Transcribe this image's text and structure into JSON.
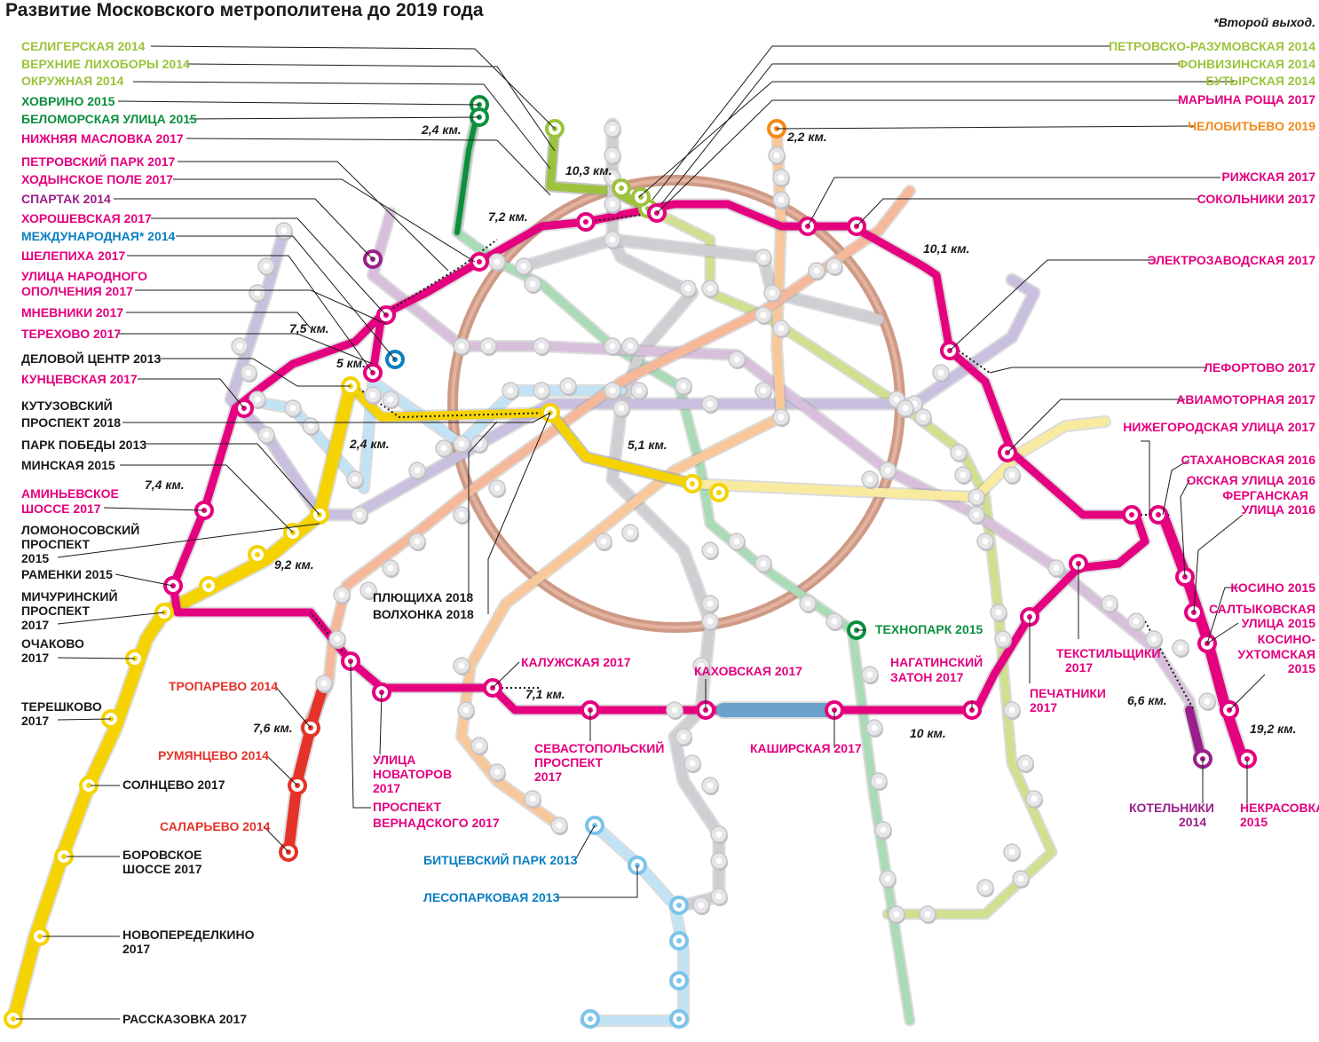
{
  "title": "Развитие Московского метрополитена до 2019 года",
  "note": "*Второй выход.",
  "colors": {
    "green": "#0b8f3e",
    "lime": "#9cc33b",
    "magenta": "#e4007f",
    "blue": "#0a7fc1",
    "orange": "#f28a1a",
    "red": "#e5332a",
    "black": "#1a1a1a",
    "purple": "#9b1f8a",
    "yellow": "#f5d300",
    "ring": "#c98f78",
    "grey": "#c8c8cc"
  },
  "labels": [
    {
      "id": "seligerskaya",
      "text": "СЕЛИГЕРСКАЯ 2014",
      "color": "lime"
    },
    {
      "id": "verkhnie",
      "text": "ВЕРХНИЕ ЛИХОБОРЫ 2014",
      "color": "lime"
    },
    {
      "id": "okruzhnaya",
      "text": "ОКРУЖНАЯ 2014",
      "color": "lime"
    },
    {
      "id": "khovrino",
      "text": "ХОВРИНО 2015",
      "color": "green"
    },
    {
      "id": "belomorskaya",
      "text": "БЕЛОМОРСКАЯ УЛИЦА 2015",
      "color": "green"
    },
    {
      "id": "maslovka",
      "text": "НИЖНЯЯ МАСЛОВКА 2017",
      "color": "magenta"
    },
    {
      "id": "petrpark",
      "text": "ПЕТРОВСКИЙ  ПАРК 2017",
      "color": "magenta"
    },
    {
      "id": "khodynskoe",
      "text": "ХОДЫНСКОЕ ПОЛЕ 2017",
      "color": "magenta"
    },
    {
      "id": "spartak",
      "text": "СПАРТАК 2014",
      "color": "purple"
    },
    {
      "id": "khoroshevskaya",
      "text": "ХОРОШЕВСКАЯ 2017",
      "color": "magenta"
    },
    {
      "id": "mezhdunarodnaya",
      "text": "МЕЖДУНАРОДНАЯ* 2014",
      "color": "blue"
    },
    {
      "id": "shelepikha",
      "text": "ШЕЛЕПИХА 2017",
      "color": "magenta"
    },
    {
      "id": "opolchenie1",
      "text": "УЛИЦА НАРОДНОГО",
      "color": "magenta"
    },
    {
      "id": "opolchenie2",
      "text": "ОПОЛЧЕНИЯ 2017",
      "color": "magenta"
    },
    {
      "id": "mnevniki",
      "text": "МНЕВНИКИ 2017",
      "color": "magenta"
    },
    {
      "id": "terekhovo",
      "text": "ТЕРЕХОВО 2017",
      "color": "magenta"
    },
    {
      "id": "delovoy",
      "text": "ДЕЛОВОЙ ЦЕНТР 2013",
      "color": "black"
    },
    {
      "id": "kuntsevskaya",
      "text": "КУНЦЕВСКАЯ 2017",
      "color": "magenta"
    },
    {
      "id": "kutuz1",
      "text": "КУТУЗОВСКИЙ",
      "color": "black"
    },
    {
      "id": "kutuz2",
      "text": "ПРОСПЕКТ 2018",
      "color": "black"
    },
    {
      "id": "parkpobedy",
      "text": "ПАРК ПОБЕДЫ 2013",
      "color": "black"
    },
    {
      "id": "minskaya",
      "text": "МИНСКАЯ 2015",
      "color": "black"
    },
    {
      "id": "aminev1",
      "text": "АМИНЬЕВСКОЕ",
      "color": "magenta"
    },
    {
      "id": "aminev2",
      "text": "ШОССЕ 2017",
      "color": "magenta"
    },
    {
      "id": "lomon1",
      "text": "ЛОМОНОСОВСКИЙ",
      "color": "black"
    },
    {
      "id": "lomon2",
      "text": "ПРОСПЕКТ",
      "color": "black"
    },
    {
      "id": "lomon3",
      "text": "2015",
      "color": "black"
    },
    {
      "id": "ramenki",
      "text": "РАМЕНКИ 2015",
      "color": "black"
    },
    {
      "id": "michur1",
      "text": "МИЧУРИНСКИЙ",
      "color": "black"
    },
    {
      "id": "michur2",
      "text": "ПРОСПЕКТ",
      "color": "black"
    },
    {
      "id": "michur3",
      "text": "2017",
      "color": "black"
    },
    {
      "id": "ochakovo1",
      "text": "ОЧАКОВО",
      "color": "black"
    },
    {
      "id": "ochakovo2",
      "text": "2017",
      "color": "black"
    },
    {
      "id": "tereshkovo1",
      "text": "ТЕРЕШКОВО",
      "color": "black"
    },
    {
      "id": "tereshkovo2",
      "text": "2017",
      "color": "black"
    },
    {
      "id": "solntsevo",
      "text": "СОЛНЦЕВО 2017",
      "color": "black"
    },
    {
      "id": "borov1",
      "text": "БОРОВСКОЕ",
      "color": "black"
    },
    {
      "id": "borov2",
      "text": "ШОССЕ 2017",
      "color": "black"
    },
    {
      "id": "novoper1",
      "text": "НОВОПЕРЕДЕЛКИНО",
      "color": "black"
    },
    {
      "id": "novoper2",
      "text": "2017",
      "color": "black"
    },
    {
      "id": "rasskazovka",
      "text": "РАССКАЗОВКА 2017",
      "color": "black"
    },
    {
      "id": "troparevo",
      "text": "ТРОПАРЕВО 2014",
      "color": "red"
    },
    {
      "id": "rumyantsevo",
      "text": "РУМЯНЦЕВО 2014",
      "color": "red"
    },
    {
      "id": "salaryevo",
      "text": "САЛАРЬЕВО 2014",
      "color": "red"
    },
    {
      "id": "novatorov1",
      "text": "УЛИЦА",
      "color": "magenta"
    },
    {
      "id": "novatorov2",
      "text": "НОВАТОРОВ",
      "color": "magenta"
    },
    {
      "id": "novatorov3",
      "text": "2017",
      "color": "magenta"
    },
    {
      "id": "vernad1",
      "text": "ПРОСПЕКТ",
      "color": "magenta"
    },
    {
      "id": "vernad2",
      "text": "ВЕРНАДСКОГО 2017",
      "color": "magenta"
    },
    {
      "id": "plyushchikha",
      "text": "ПЛЮЩИХА 2018",
      "color": "black"
    },
    {
      "id": "volkhonka",
      "text": "ВОЛХОНКА 2018",
      "color": "black"
    },
    {
      "id": "kaluzhskaya",
      "text": "КАЛУЖСКАЯ 2017",
      "color": "magenta"
    },
    {
      "id": "sevast1",
      "text": "СЕВАСТОПОЛЬСКИЙ",
      "color": "magenta"
    },
    {
      "id": "sevast2",
      "text": "ПРОСПЕКТ",
      "color": "magenta"
    },
    {
      "id": "sevast3",
      "text": "2017",
      "color": "magenta"
    },
    {
      "id": "bitsevsky",
      "text": "БИТЦЕВСКИЙ ПАРК 2013",
      "color": "blue"
    },
    {
      "id": "lesoparkovaya",
      "text": "ЛЕСОПАРКОВАЯ 2013",
      "color": "blue"
    },
    {
      "id": "kakhovskaya",
      "text": "КАХОВСКАЯ 2017",
      "color": "magenta"
    },
    {
      "id": "kashirskaya",
      "text": "КАШИРСКАЯ 2017",
      "color": "magenta"
    },
    {
      "id": "tekhnopark",
      "text": "ТЕХНОПАРК 2015",
      "color": "green"
    },
    {
      "id": "nagat1",
      "text": "НАГАТИНСКИЙ",
      "color": "magenta"
    },
    {
      "id": "nagat2",
      "text": "ЗАТОН 2017",
      "color": "magenta"
    },
    {
      "id": "pechat1",
      "text": "ПЕЧАТНИКИ",
      "color": "magenta"
    },
    {
      "id": "pechat2",
      "text": "2017",
      "color": "magenta"
    },
    {
      "id": "tekst1",
      "text": "ТЕКСТИЛЬЩИКИ",
      "color": "magenta"
    },
    {
      "id": "tekst2",
      "text": "2017",
      "color": "magenta"
    },
    {
      "id": "kotel1",
      "text": "КОТЕЛЬНИКИ",
      "color": "purple"
    },
    {
      "id": "kotel2",
      "text": "2014",
      "color": "purple"
    },
    {
      "id": "nekras1",
      "text": "НЕКРАСОВКА",
      "color": "magenta"
    },
    {
      "id": "nekras2",
      "text": "2015",
      "color": "magenta"
    },
    {
      "id": "petrraz",
      "text": "ПЕТРОВСКО-РАЗУМОВСКАЯ 2014",
      "color": "lime"
    },
    {
      "id": "fonviz",
      "text": "ФОНВИЗИНСКАЯ 2014",
      "color": "lime"
    },
    {
      "id": "butyrskaya",
      "text": "БУТЫРСКАЯ 2014",
      "color": "lime"
    },
    {
      "id": "marina",
      "text": "МАРЬИНА РОЩА 2017",
      "color": "magenta"
    },
    {
      "id": "chelob",
      "text": "ЧЕЛОБИТЬЕВО 2019",
      "color": "orange"
    },
    {
      "id": "rizhskaya",
      "text": "РИЖСКАЯ 2017",
      "color": "magenta"
    },
    {
      "id": "sokolniki",
      "text": "СОКОЛЬНИКИ 2017",
      "color": "magenta"
    },
    {
      "id": "elektroz",
      "text": "ЭЛЕКТРОЗАВОДСКАЯ 2017",
      "color": "magenta"
    },
    {
      "id": "lefortovo",
      "text": "ЛЕФОРТОВО 2017",
      "color": "magenta"
    },
    {
      "id": "aviamotor",
      "text": "АВИАМОТОРНАЯ 2017",
      "color": "magenta"
    },
    {
      "id": "nizhegor",
      "text": "НИЖЕГОРОДСКАЯ УЛИЦА 2017",
      "color": "magenta"
    },
    {
      "id": "stakhan",
      "text": "СТАХАНОВСКАЯ 2016",
      "color": "magenta"
    },
    {
      "id": "okskaya",
      "text": "ОКСКАЯ УЛИЦА 2016",
      "color": "magenta"
    },
    {
      "id": "fergan1",
      "text": "ФЕРГАНСКАЯ",
      "color": "magenta"
    },
    {
      "id": "fergan2",
      "text": "УЛИЦА 2016",
      "color": "magenta"
    },
    {
      "id": "kosino",
      "text": "КОСИНО 2015",
      "color": "magenta"
    },
    {
      "id": "saltyk1",
      "text": "САЛТЫКОВСКАЯ",
      "color": "magenta"
    },
    {
      "id": "saltyk2",
      "text": "УЛИЦА 2015",
      "color": "magenta"
    },
    {
      "id": "kosukh1",
      "text": "КОСИНО-",
      "color": "magenta"
    },
    {
      "id": "kosukh2",
      "text": "УХТОМСКАЯ",
      "color": "magenta"
    },
    {
      "id": "kosukh3",
      "text": "2015",
      "color": "magenta"
    }
  ],
  "distances": [
    {
      "id": "d24a",
      "text": "2,4 км."
    },
    {
      "id": "d103",
      "text": "10,3 км."
    },
    {
      "id": "d22",
      "text": "2,2 км."
    },
    {
      "id": "d72",
      "text": "7,2 км."
    },
    {
      "id": "d101",
      "text": "10,1 км."
    },
    {
      "id": "d75",
      "text": "7,5 км."
    },
    {
      "id": "d5",
      "text": "5 км."
    },
    {
      "id": "d24b",
      "text": "2,4 км."
    },
    {
      "id": "d51",
      "text": "5,1 км."
    },
    {
      "id": "d74",
      "text": "7,4 км."
    },
    {
      "id": "d92",
      "text": "9,2 км."
    },
    {
      "id": "d76",
      "text": "7,6 км."
    },
    {
      "id": "d71",
      "text": "7,1 км."
    },
    {
      "id": "d10",
      "text": "10 км."
    },
    {
      "id": "d66",
      "text": "6,6 км."
    },
    {
      "id": "d192",
      "text": "19,2 км."
    }
  ]
}
